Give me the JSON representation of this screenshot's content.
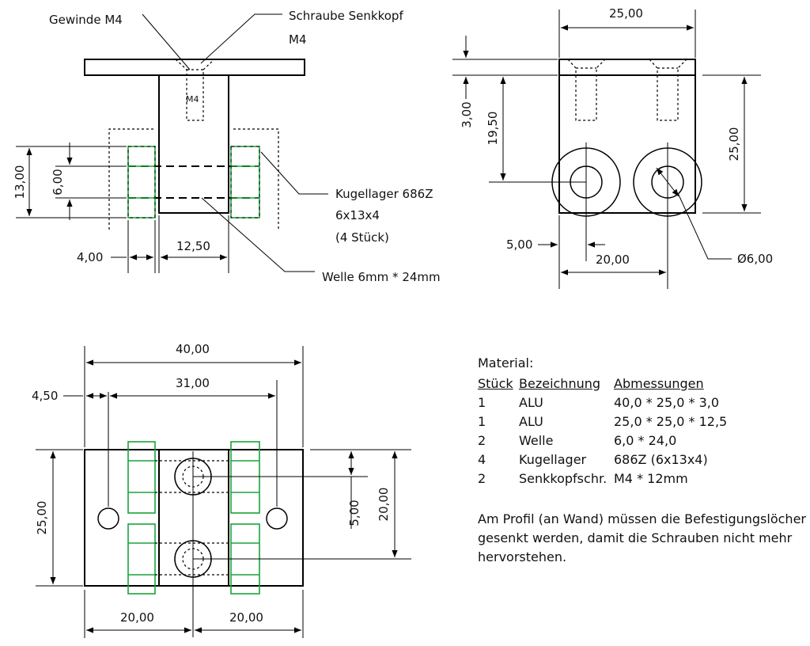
{
  "front_view": {
    "thread_label": "Gewinde M4",
    "screw_label_line1": "Schraube Senkkopf",
    "screw_label_line2": "M4",
    "m4_inner": "M4",
    "bearing_label_line1": "Kugellager 686Z",
    "bearing_label_line2": "6x13x4",
    "bearing_label_line3": "(4 Stück)",
    "shaft_label": "Welle 6mm * 24mm",
    "dim_13": "13,00",
    "dim_6": "6,00",
    "dim_4": "4,00",
    "dim_12_5": "12,50"
  },
  "side_view": {
    "dim_25_top": "25,00",
    "dim_3": "3,00",
    "dim_19_5": "19,50",
    "dim_25_right": "25,00",
    "dim_5": "5,00",
    "dim_20": "20,00",
    "dim_dia": "Ø6,00"
  },
  "top_view": {
    "dim_40": "40,00",
    "dim_31": "31,00",
    "dim_4_5": "4,50",
    "dim_25_left": "25,00",
    "dim_5": "5,00",
    "dim_20_right": "20,00",
    "dim_20_a": "20,00",
    "dim_20_b": "20,00"
  },
  "material": {
    "title": "Material:",
    "headers": [
      "Stück",
      "Bezeichnung",
      "Abmessungen"
    ],
    "rows": [
      [
        "1",
        "ALU",
        "40,0 * 25,0 * 3,0"
      ],
      [
        "1",
        "ALU",
        "25,0 * 25,0 * 12,5"
      ],
      [
        "2",
        "Welle",
        "6,0 * 24,0"
      ],
      [
        "4",
        "Kugellager",
        "686Z (6x13x4)"
      ],
      [
        "2",
        "Senkkopfschr.",
        "M4 * 12mm"
      ]
    ],
    "note": "Am Profil (an Wand) müssen die Befestigungslöcher gesenkt werden, damit die Schrauben nicht mehr hervorstehen."
  },
  "colors": {
    "line": "#000000",
    "bearing": "#1aa33a"
  }
}
